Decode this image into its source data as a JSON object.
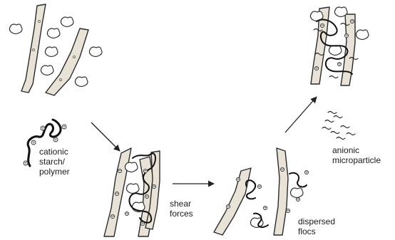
{
  "labels": {
    "cationic": "cationic\nstarch/\npolymer",
    "shear": "shear\nforces",
    "dispersed_flocs": "dispersed\nflocs",
    "anionic": "anionic\nmicroparticle"
  },
  "charge_sign": "+",
  "colors": {
    "fiber_fill": "#e9e3d7",
    "outline": "#2b2b2b",
    "polymer": "#111111"
  }
}
